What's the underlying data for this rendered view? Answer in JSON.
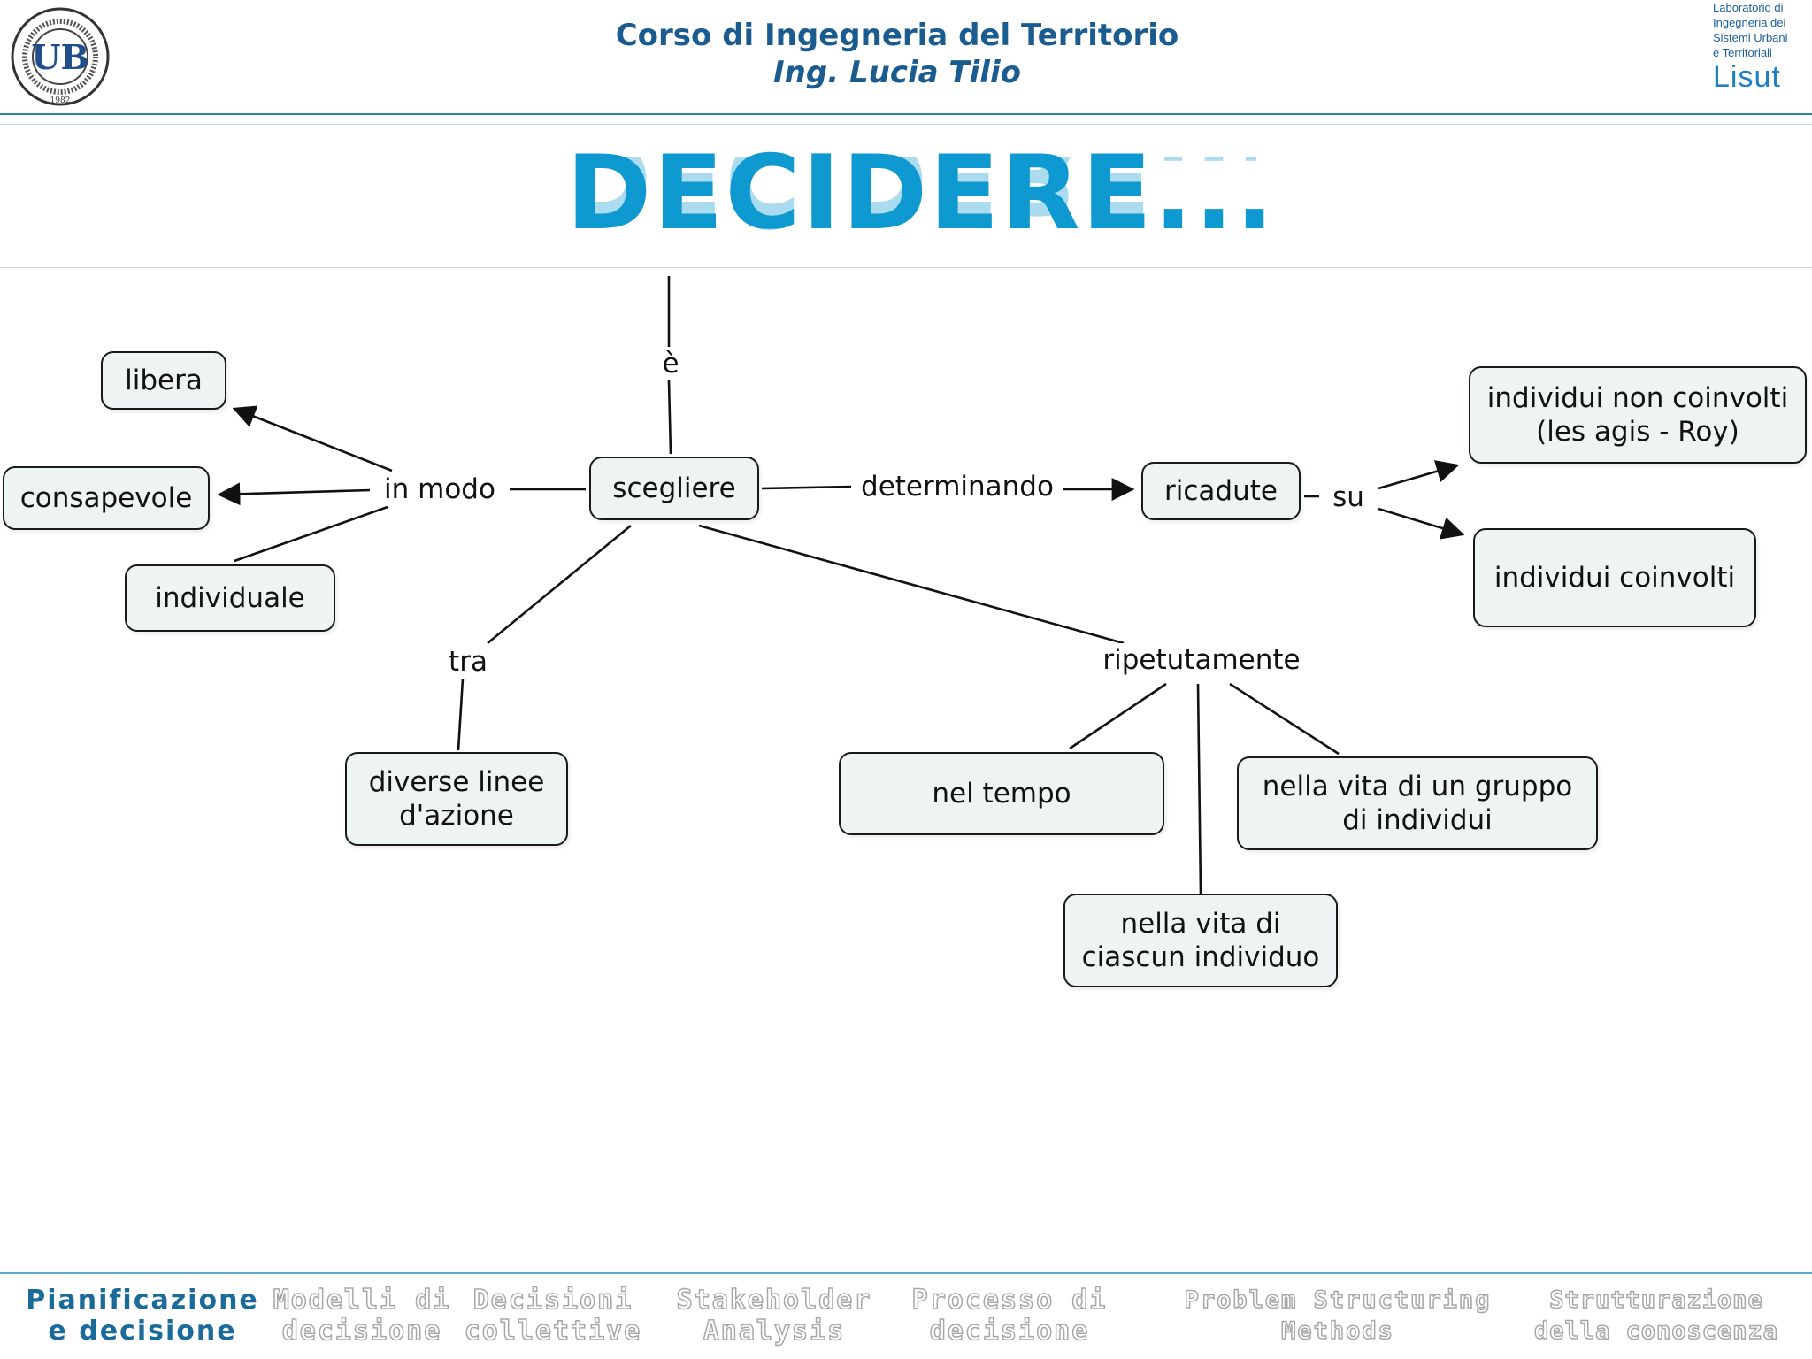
{
  "header": {
    "course_title": "Corso di Ingegneria del Territorio",
    "teacher": "Ing. Lucia Tilio",
    "left_logo": {
      "ring_text": "UNIVERSITÀ DEGLI STUDI DELLA BASILICATA",
      "monogram": "UB",
      "year": "1982"
    },
    "right_logo": {
      "line1": "Laboratorio di",
      "line2": "Ingegneria dei",
      "line3": "Sistemi Urbani",
      "line4": "e Territoriali",
      "mark": "Lisut"
    }
  },
  "slide": {
    "title": "DECIDERE..."
  },
  "concept_map": {
    "nodes": {
      "libera": "libera",
      "consapevole": "consapevole",
      "individuale": "individuale",
      "scegliere": "scegliere",
      "ricadute": "ricadute",
      "non_coinvolti": "individui non coinvolti\n(les agis - Roy)",
      "coinvolti": "individui coinvolti",
      "diverse_linee": "diverse linee\nd'azione",
      "nel_tempo": "nel tempo",
      "gruppo": "nella vita di un gruppo\ndi individui",
      "ciascun": "nella vita di\nciascun individuo"
    },
    "link_labels": {
      "e": "è",
      "in_modo": "in modo",
      "determinando": "determinando",
      "su": "su",
      "tra": "tra",
      "ripetutamente": "ripetutamente"
    }
  },
  "footer_nav": {
    "items": [
      {
        "line1": "Pianificazione",
        "line2": "e decisione",
        "active": true
      },
      {
        "line1": "Modelli di",
        "line2": "decisione",
        "active": false
      },
      {
        "line1": "Decisioni",
        "line2": "collettive",
        "active": false
      },
      {
        "line1": "Stakeholder",
        "line2": "Analysis",
        "active": false
      },
      {
        "line1": "Processo di",
        "line2": "decisione",
        "active": false
      },
      {
        "line1": "Problem Structuring",
        "line2": "Methods",
        "active": false
      },
      {
        "line1": "Strutturazione",
        "line2": "della conoscenza",
        "active": false
      }
    ]
  },
  "colors": {
    "title_blue": "#0e9ad0",
    "header_blue": "#1a5c8f",
    "node_fill": "#eef3f3",
    "nav_active": "#1a6b9a"
  }
}
